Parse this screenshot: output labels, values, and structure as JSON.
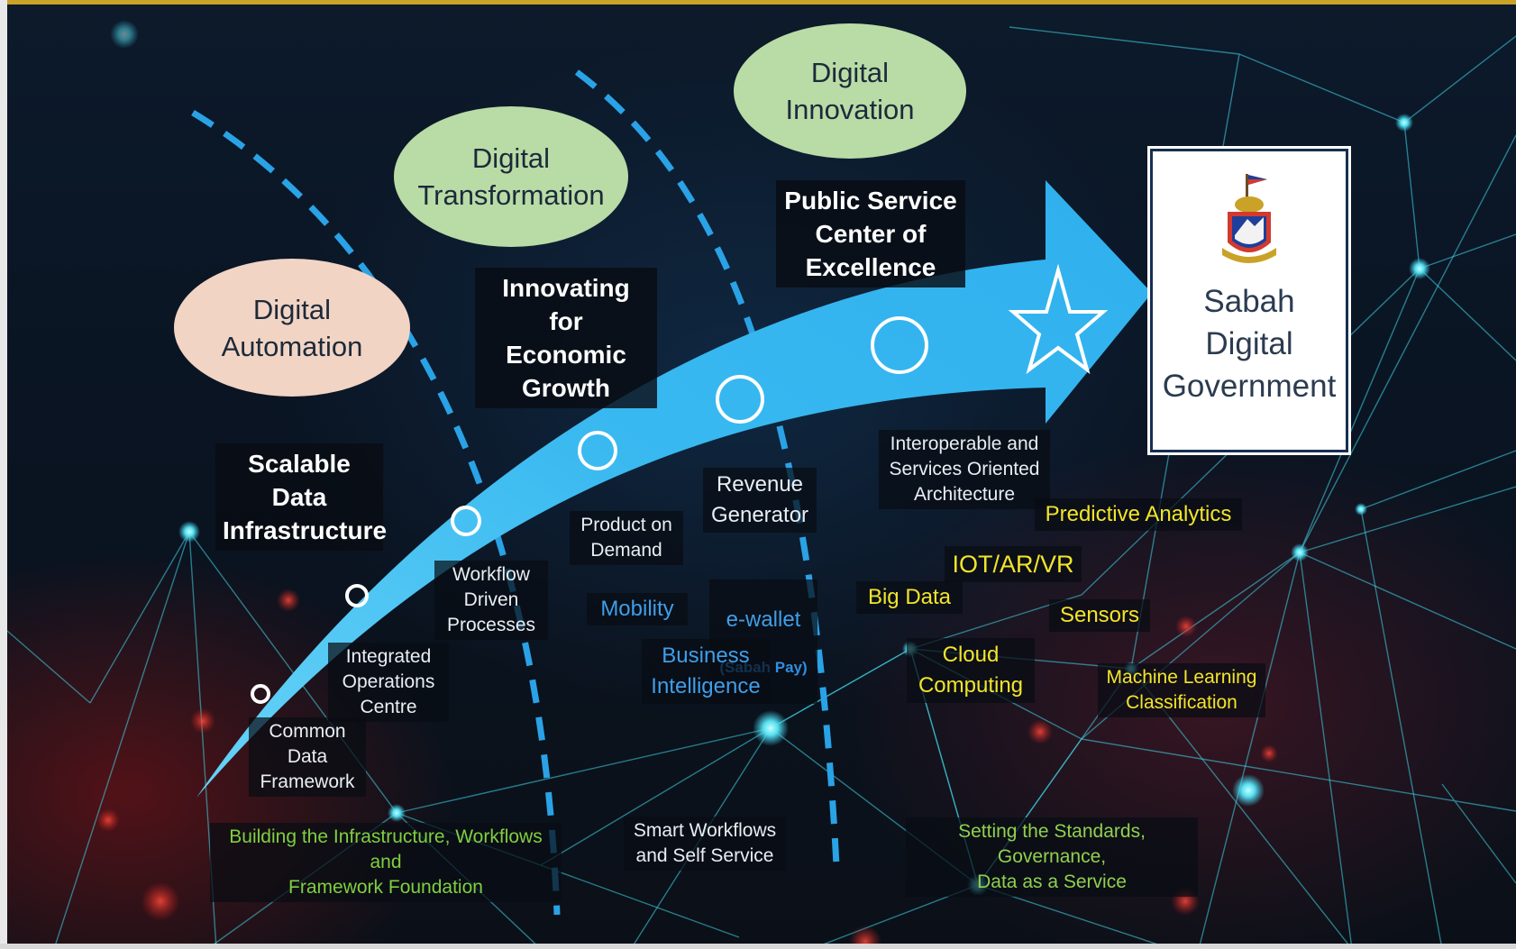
{
  "phases": {
    "automation": "Digital\nAutomation",
    "transformation": "Digital\nTransformation",
    "innovation": "Digital\nInnovation"
  },
  "headings": {
    "scalable": "Scalable Data\nInfrastructure",
    "innovating": "Innovating for\nEconomic\nGrowth",
    "public_service": "Public Service\nCenter of\nExcellence"
  },
  "stage1": {
    "common_data": "Common\nData\nFramework",
    "integrated_ops": "Integrated\nOperations\nCentre",
    "workflow": "Workflow\nDriven\nProcesses",
    "foundation": "Building the Infrastructure, Workflows and\nFramework Foundation"
  },
  "stage2": {
    "product": "Product on\nDemand",
    "revenue": "Revenue\nGenerator",
    "mobility": "Mobility",
    "ewallet": "e-wallet",
    "sabah_pay": "(Sabah Pay)",
    "bi": "Business\nIntelligence",
    "smart": "Smart Workflows\nand Self Service"
  },
  "stage3": {
    "interop": "Interoperable and\nServices Oriented\nArchitecture",
    "predictive": "Predictive Analytics",
    "iot": "IOT/AR/VR",
    "bigdata": "Big Data",
    "sensors": "Sensors",
    "cloud": "Cloud\nComputing",
    "ml": "Machine Learning\nClassification",
    "standards": "Setting the Standards, Governance,\nData as a Service"
  },
  "target": {
    "title": "Sabah\nDigital\nGovernment",
    "crest_icon": "sabah-crest-icon"
  },
  "colors": {
    "arrow": "#39b9f0",
    "dash": "#2aa2e6",
    "network": "#3fd6e8",
    "yellow_text": "#f2e52a",
    "green_text": "#8fd14f",
    "pink_oval": "#f2d4c4",
    "green_oval": "#b9dba6"
  }
}
